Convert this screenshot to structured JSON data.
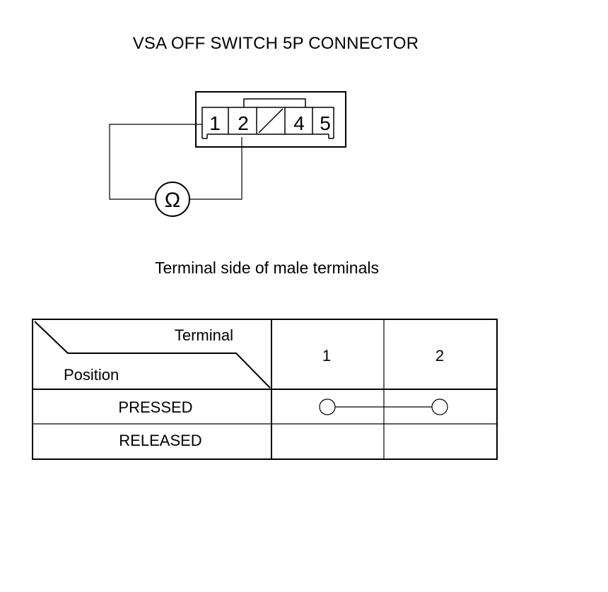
{
  "title": "VSA OFF SWITCH 5P CONNECTOR",
  "connector": {
    "pins": [
      {
        "label": "1"
      },
      {
        "label": "2"
      },
      {
        "label": ""
      },
      {
        "label": "4"
      },
      {
        "label": "5"
      }
    ],
    "meter_symbol": "Ω",
    "meter_icon": "ohmmeter-icon"
  },
  "caption": "Terminal side of male terminals",
  "table": {
    "header_terminal": "Terminal",
    "header_position": "Position",
    "columns": [
      "1",
      "2"
    ],
    "rows": [
      {
        "position": "PRESSED",
        "continuity": true
      },
      {
        "position": "RELEASED",
        "continuity": false
      }
    ]
  }
}
